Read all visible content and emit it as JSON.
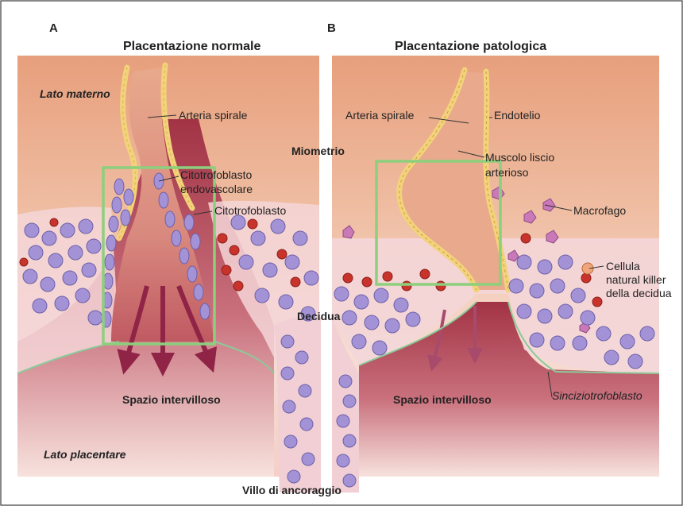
{
  "panel_a": {
    "letter": "A",
    "title": "Placentazione normale",
    "labels": {
      "arteria_spirale": "Arteria spirale",
      "citotrofoblasto_endovascolare_1": "Citotrofoblasto",
      "citotrofoblasto_endovascolare_2": "endovascolare",
      "citotrofoblasto": "Citotrofoblasto",
      "spazio_intervilloso": "Spazio intervilloso"
    }
  },
  "panel_b": {
    "letter": "B",
    "title": "Placentazione patologica",
    "labels": {
      "arteria_spirale": "Arteria spirale",
      "endotelio": "Endotelio",
      "muscolo_liscio_1": "Muscolo liscio",
      "muscolo_liscio_2": "arterioso",
      "macrofago": "Macrofago",
      "nk_1": "Cellula",
      "nk_2": "natural killer",
      "nk_3": "della decidua",
      "spazio_intervilloso": "Spazio intervilloso",
      "sinciziotrofoblasto": "Sinciziotrofoblasto"
    }
  },
  "shared": {
    "lato_materno": "Lato materno",
    "miometrio": "Miometrio",
    "decidua": "Decidua",
    "lato_placentare": "Lato placentare",
    "villo_ancoraggio": "Villo di ancoraggio"
  },
  "colors": {
    "tissue_top": "#e9a683",
    "tissue_mid": "#f3cbbd",
    "intervillous_space": "#b4404f",
    "artery_wall": "#f2d27a",
    "artery_lumen": "#e7a58a",
    "trophoblast_cell": "#9f8fd0",
    "red_cell": "#c8342b",
    "macrofago": "#c978b8",
    "highlight_box": "#8ccf7c",
    "arrow": "#9a2c4a"
  }
}
